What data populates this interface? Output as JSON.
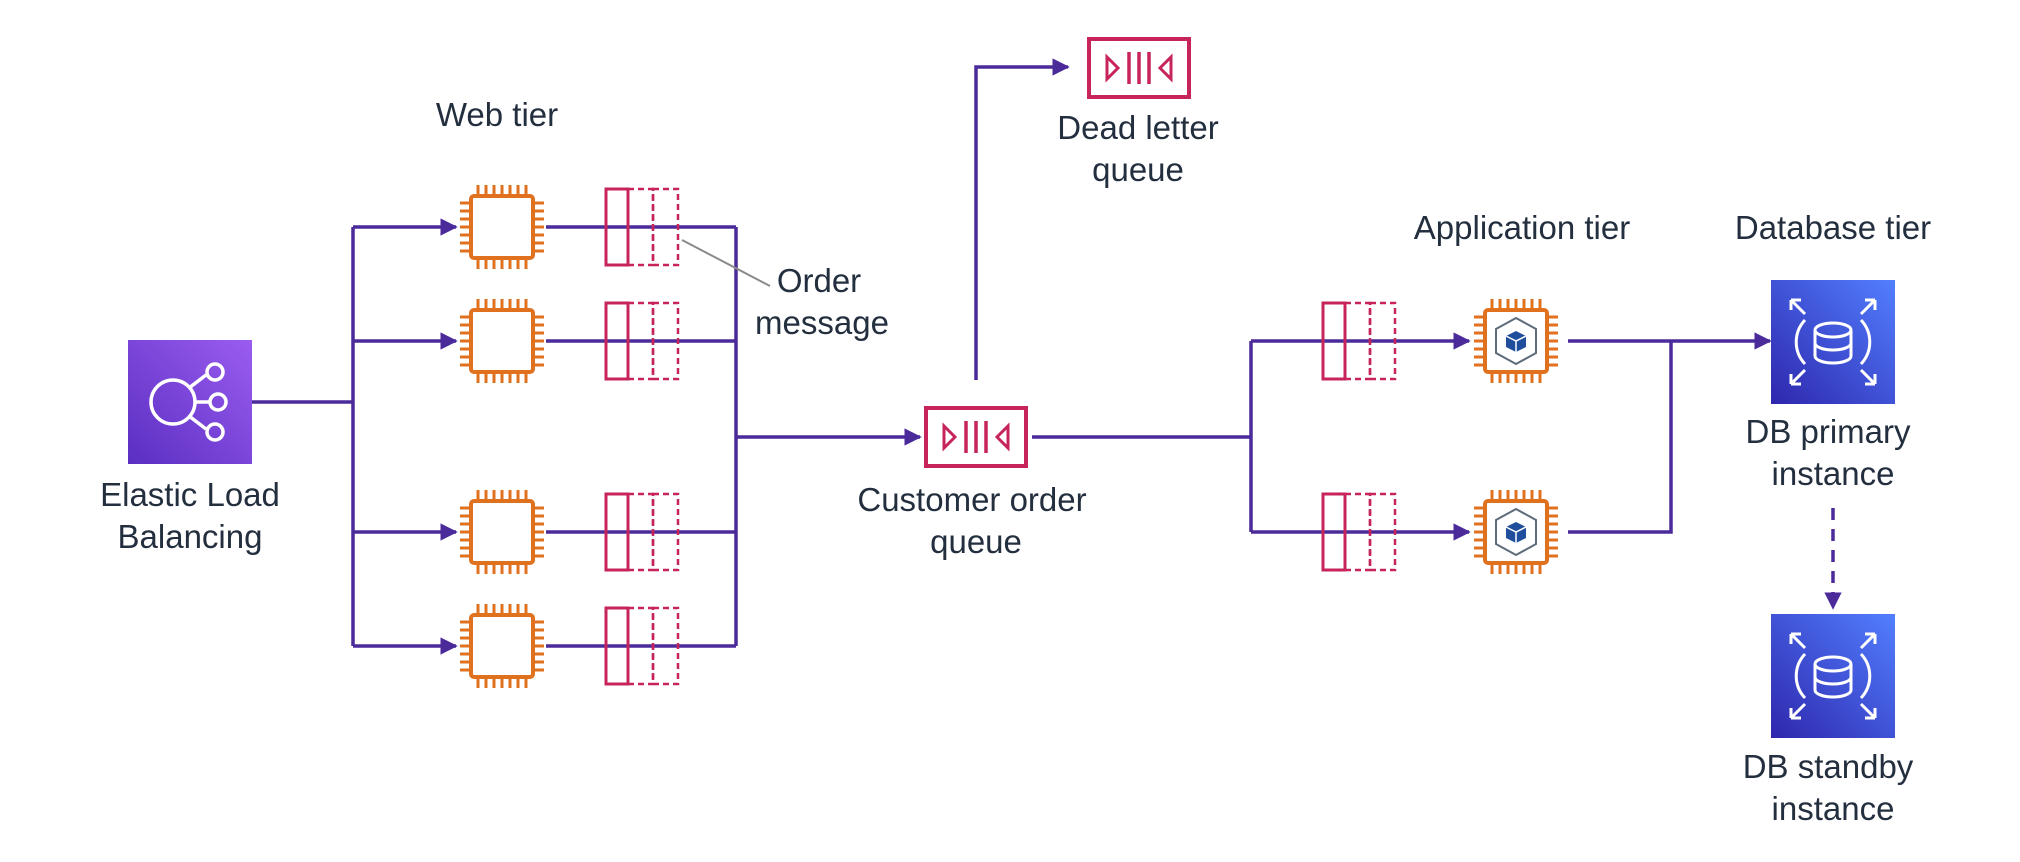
{
  "labels": {
    "web_tier": "Web tier",
    "elb_line1": "Elastic Load",
    "elb_line2": "Balancing",
    "order_line1": "Order",
    "order_line2": "message",
    "dlq_line1": "Dead letter",
    "dlq_line2": "queue",
    "coq_line1": "Customer order",
    "coq_line2": "queue",
    "app_tier": "Application tier",
    "db_tier": "Database tier",
    "db_primary_line1": "DB primary",
    "db_primary_line2": "instance",
    "db_standby_line1": "DB standby",
    "db_standby_line2": "instance"
  },
  "colors": {
    "flow_line": "#4b2a9a",
    "ec2_orange": "#e0711f",
    "sqs_pink": "#c7245b",
    "elb_purple": "#7b3fe4",
    "rds_blue": "#3b48cc"
  },
  "icons": {
    "elb": "elastic-load-balancing-icon",
    "ec2": "ec2-instance-icon",
    "sqs": "sqs-queue-icon",
    "rds": "rds-database-icon"
  }
}
